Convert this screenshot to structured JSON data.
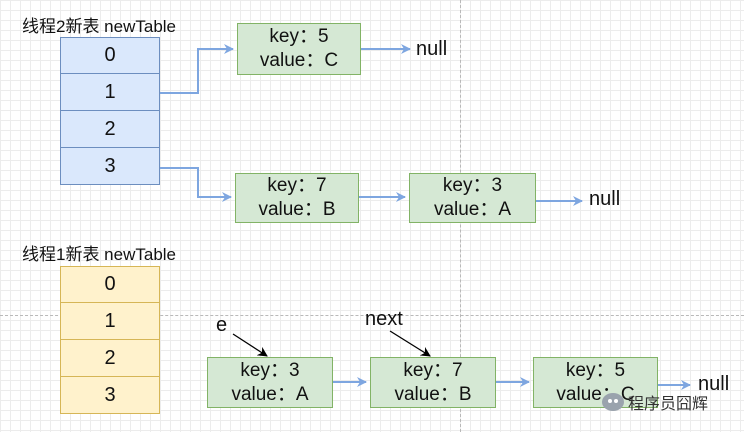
{
  "thread2": {
    "title": "线程2新表 newTable",
    "slots": [
      "0",
      "1",
      "2",
      "3"
    ],
    "nodes": [
      {
        "key": "key：5",
        "value": "value：C"
      },
      {
        "key": "key：7",
        "value": "value：B"
      },
      {
        "key": "key：3",
        "value": "value：A"
      }
    ]
  },
  "thread1": {
    "title": "线程1新表 newTable",
    "slots": [
      "0",
      "1",
      "2",
      "3"
    ],
    "nodes": [
      {
        "key": "key：3",
        "value": "value：A"
      },
      {
        "key": "key：7",
        "value": "value：B"
      },
      {
        "key": "key：5",
        "value": "value：C"
      }
    ],
    "pointer_e": "e",
    "pointer_next": "next"
  },
  "null_label": "null",
  "watermark": "程序员囧辉",
  "colors": {
    "arrow": "#7ea6e0",
    "pointer": "#000000",
    "node_fill": "#d5e8d4",
    "node_border": "#82b366",
    "blue_fill": "#dae8fc",
    "yellow_fill": "#fff2cc"
  }
}
